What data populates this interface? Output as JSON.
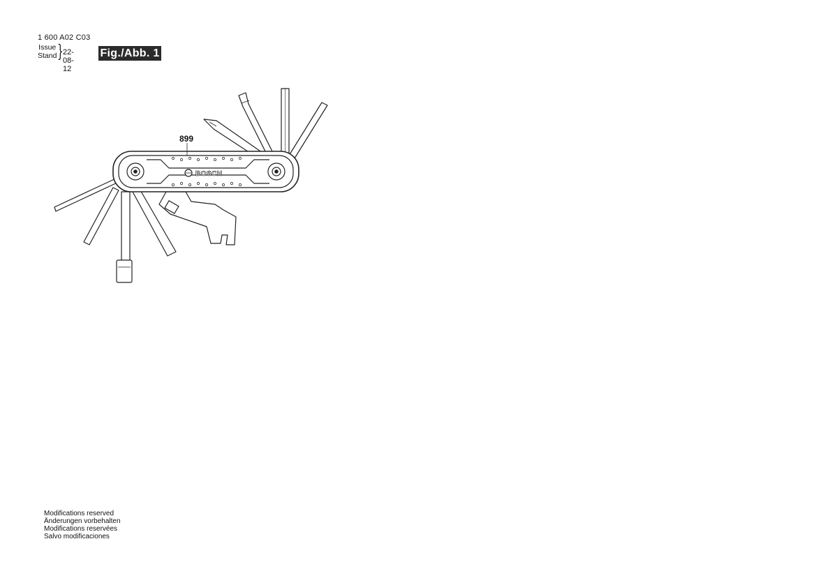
{
  "header": {
    "part_number": "1 600 A02 C03",
    "issue_label": "Issue",
    "stand_label": "Stand",
    "date": "22-08-12",
    "figure_label": "Fig./Abb. 1"
  },
  "diagram": {
    "callout": "899",
    "brand_text": "BOSCH"
  },
  "footer": {
    "disclaimers": [
      "Modifications reserved",
      "Änderungen vorbehalten",
      "Modifications reservées",
      "Salvo modificaciones"
    ]
  }
}
